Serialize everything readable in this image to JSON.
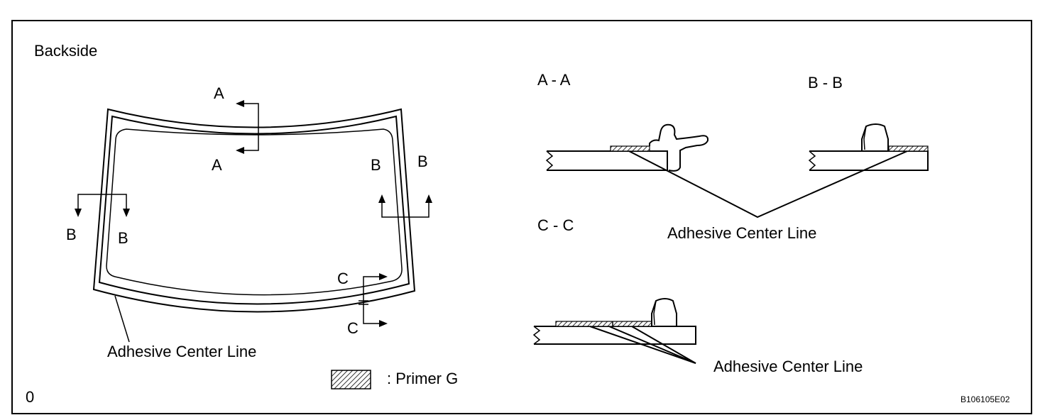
{
  "title": "Backside",
  "cut_labels": {
    "a_top": "A",
    "a_bottom": "A",
    "b_left_outer": "B",
    "b_left_inner": "B",
    "b_right_inner": "B",
    "b_right_outer": "B",
    "c_top": "C",
    "c_bottom": "C"
  },
  "section_labels": {
    "aa": "A - A",
    "bb": "B - B",
    "cc": "C - C"
  },
  "callouts": {
    "windshield": "Adhesive Center Line",
    "sections_ab": "Adhesive Center Line",
    "section_c": "Adhesive Center Line"
  },
  "legend": {
    "text": ": Primer G"
  },
  "corner_mark": "0",
  "figure_code": "B106105E02",
  "colors": {
    "line": "#000000",
    "background": "#ffffff"
  }
}
